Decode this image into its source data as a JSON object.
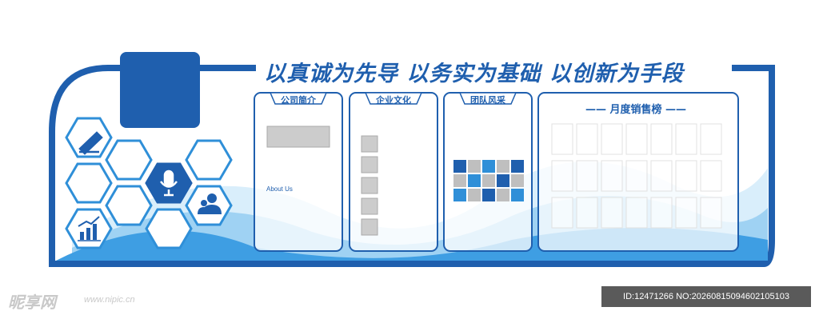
{
  "slogan": "以真诚为先导  以务实为基础  以创新为手段",
  "panels": [
    {
      "title": "公司简介",
      "body": "About Us"
    },
    {
      "title": "企业文化"
    },
    {
      "title": "团队风采"
    }
  ],
  "sales_board": {
    "title": "—— 月度销售榜 ——"
  },
  "icons": [
    "pen-icon",
    "microphone-icon",
    "users-icon",
    "growth-chart-icon"
  ],
  "colors": {
    "primary": "#1f5fae",
    "light": "#bfe0f6",
    "accent": "#2f8fd8"
  },
  "watermark": {
    "brand": "昵享网",
    "url": "www.nipic.cn"
  },
  "image_id": "ID:12471266 NO:20260815094602105103"
}
